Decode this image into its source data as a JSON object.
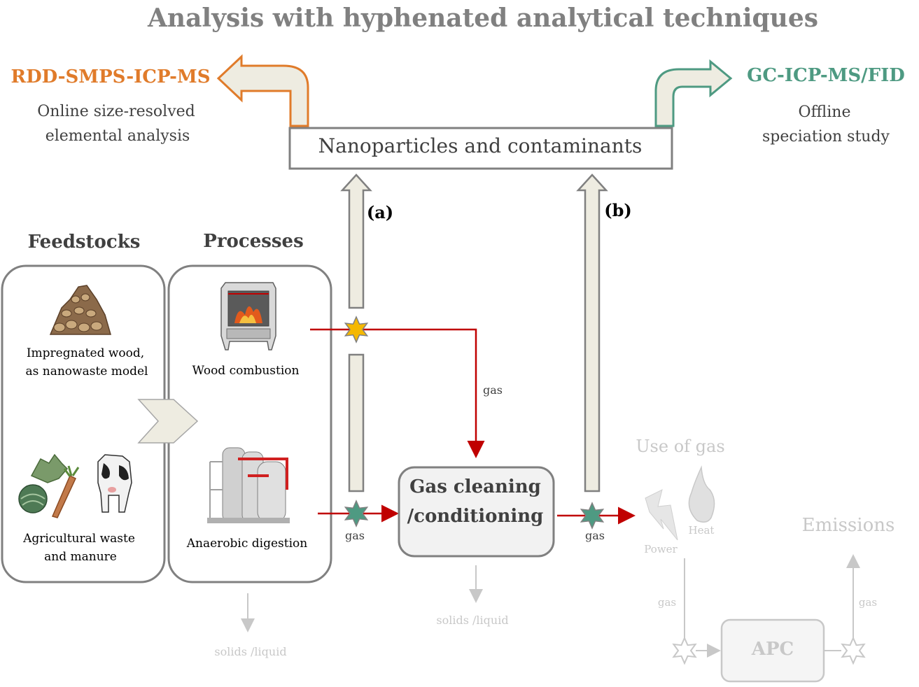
{
  "title": "Analysis with hyphenated analytical techniques",
  "left_technique": {
    "name": "RDD-SMPS-ICP-MS",
    "desc_line1": "Online size-resolved",
    "desc_line2": "elemental analysis"
  },
  "right_technique": {
    "name": "GC-ICP-MS/FID",
    "desc_line1": "Offline",
    "desc_line2": "speciation study"
  },
  "nano_box": "Nanoparticles and contaminants",
  "label_a": "(a)",
  "label_b": "(b)",
  "feedstocks": {
    "header": "Feedstocks",
    "wood_line1": "Impregnated wood,",
    "wood_line2": "as nanowaste model",
    "agri_line1": "Agricultural waste",
    "agri_line2": "and manure"
  },
  "processes": {
    "header": "Processes",
    "combustion": "Wood combustion",
    "digestion": "Anaerobic digestion"
  },
  "gas_cleaning_line1": "Gas cleaning",
  "gas_cleaning_line2": "/conditioning",
  "gas_label_1": "gas",
  "gas_label_2": "gas",
  "gas_label_3": "gas",
  "use_of_gas": "Use of gas",
  "power": "Power",
  "heat": "Heat",
  "emissions": "Emissions",
  "apc": "APC",
  "gas_label_4": "gas",
  "gas_label_5": "gas",
  "solids_liquid_1": "solids /liquid",
  "solids_liquid_2": "solids /liquid",
  "colors": {
    "title_gray": "#808080",
    "orange": "#e07b2a",
    "teal": "#4e9a82",
    "red": "#c00000",
    "beige": "#eeece1",
    "star_yellow": "#f5b800",
    "star_teal": "#4e9a82",
    "faded": "#c8c8c8"
  },
  "icons": [
    "wood-pile-icon",
    "wood-stove-icon",
    "vegetables-icon",
    "cow-icon",
    "biogas-plant-icon",
    "lightning-icon",
    "flame-icon"
  ]
}
